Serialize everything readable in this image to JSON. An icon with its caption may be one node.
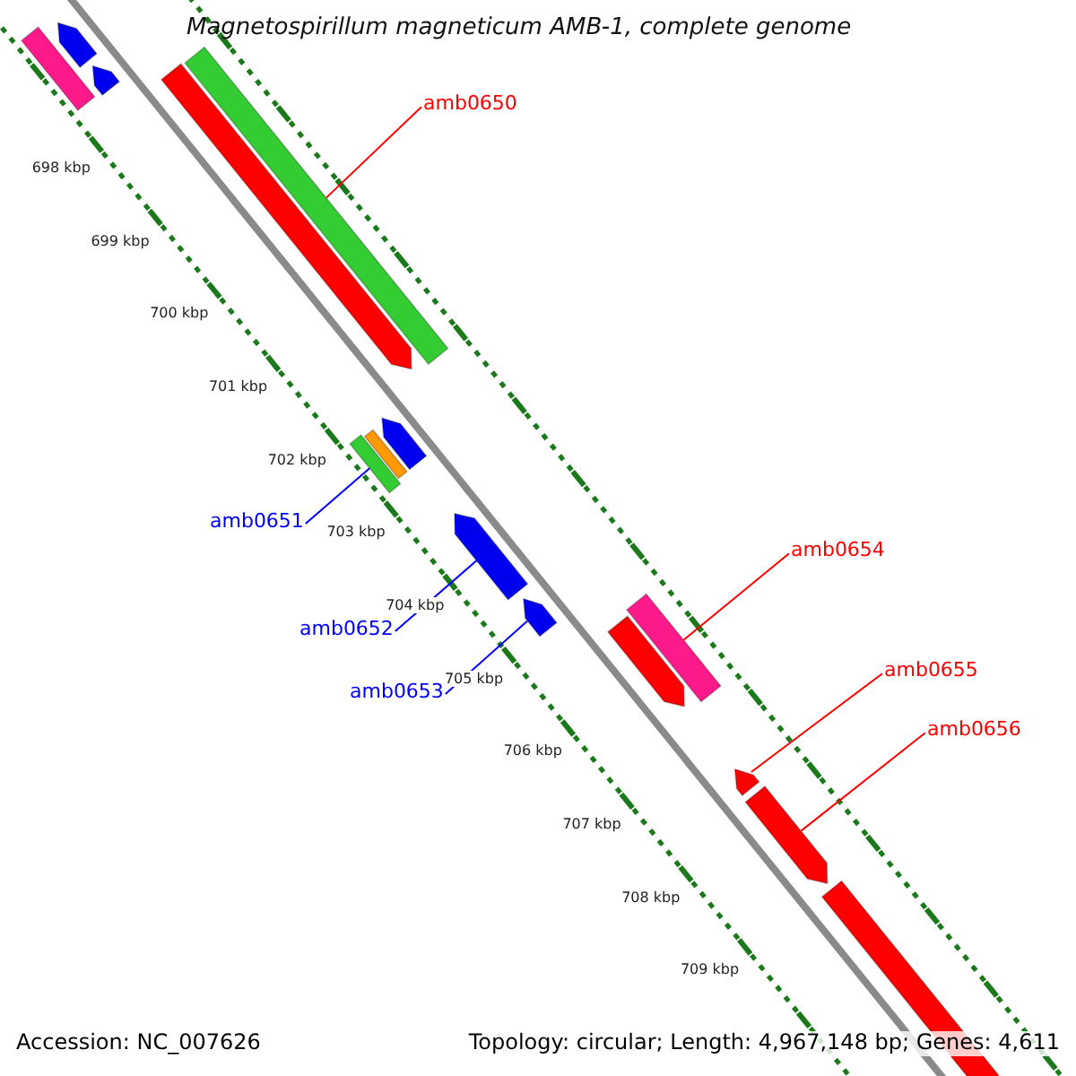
{
  "diagram": {
    "title": "Magnetospirillum magneticum AMB-1, complete genome",
    "nodes": [
      {
        "text": [
          "amb0650"
        ]
      },
      {
        "text": [],
        "shape": "bar"
      },
      {
        "text": [
          "amb0651"
        ]
      },
      {
        "text": [],
        "shape": "bar"
      },
      {
        "text": [
          "amb0652"
        ]
      },
      {
        "text": [],
        "shape": "arrow"
      },
      {
        "text": [
          "amb0653"
        ]
      },
      {
        "text": [],
        "shape": "arrow"
      },
      {
        "text": [
          "amb0654"
        ]
      },
      {
        "text": [],
        "shape": "bar"
      },
      {
        "text": [
          "amb0655"
        ]
      },
      {
        "text": [],
        "shape": "arrow"
      },
      {
        "text": [
          "amb0656"
        ]
      },
      {
        "text": [],
        "shape": "arrow"
      },
      {
        "text": [],
        "shape": "bar"
      },
      {
        "text": [],
        "shape": "arrow"
      },
      {
        "text": [],
        "shape": "arrow"
      },
      {
        "text": [],
        "shape": "arrow"
      },
      {
        "text": [],
        "shape": "arrow"
      },
      {
        "text": [],
        "shape": "bar"
      },
      {
        "text": [],
        "shape": "arrow"
      },
      {
        "text": [],
        "shape": "arrow"
      }
    ],
    "edges": [
      {
        "from": 0,
        "to": 1,
        "arrow": "none"
      },
      {
        "from": 2,
        "to": 3,
        "arrow": "none",
        "color": "#0000ff"
      },
      {
        "from": 4,
        "to": 5,
        "arrow": "none",
        "color": "#0000ff"
      },
      {
        "from": 6,
        "to": 7,
        "arrow": "none",
        "color": "#0000ff"
      },
      {
        "from": 8,
        "to": 9,
        "arrow": "none"
      },
      {
        "from": 10,
        "to": 11,
        "arrow": "none"
      },
      {
        "from": 12,
        "to": 13,
        "arrow": "none"
      }
    ],
    "labels": [
      "698 kbp",
      "699 kbp",
      "700 kbp",
      "701 kbp",
      "702 kbp",
      "703 kbp",
      "704 kbp",
      "705 kbp",
      "706 kbp",
      "707 kbp",
      "708 kbp",
      "709 kbp",
      "Accession: NC_007626",
      "Topology: circular; Length: 4,967,148 bp; Genes: 4,611"
    ]
  }
}
